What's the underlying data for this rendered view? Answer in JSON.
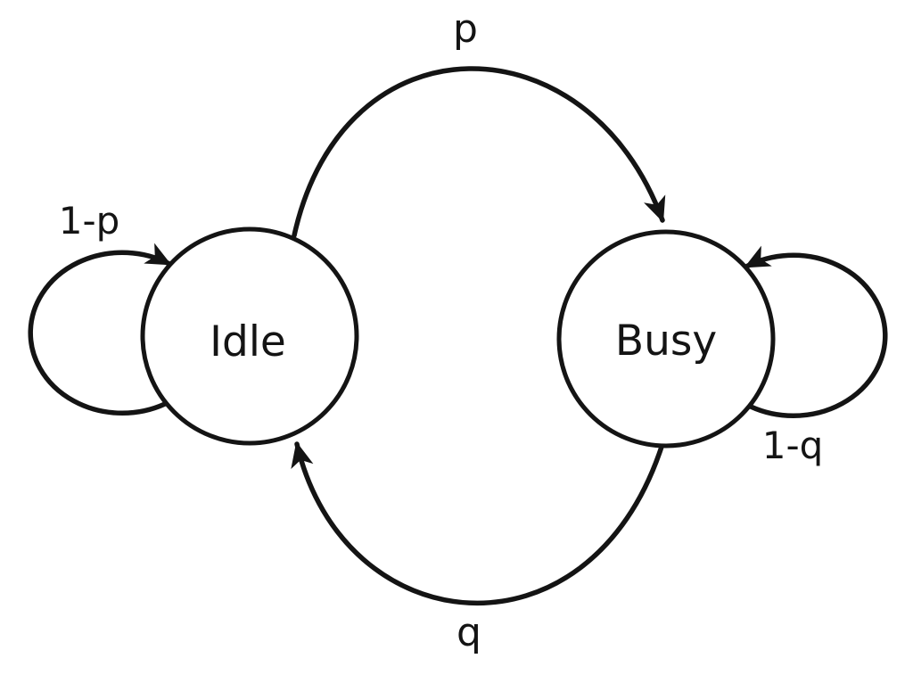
{
  "figure": {
    "type": "state-transition-diagram",
    "background_color": "#ffffff",
    "line_color": "#141414",
    "states": [
      {
        "id": "idle",
        "label": "Idle",
        "position": "left"
      },
      {
        "id": "busy",
        "label": "Busy",
        "position": "right"
      }
    ],
    "transitions": [
      {
        "id": "p",
        "label": "p",
        "from": "Idle",
        "to": "Busy",
        "kind": "arc",
        "path": "top"
      },
      {
        "id": "q",
        "label": "q",
        "from": "Busy",
        "to": "Idle",
        "kind": "arc",
        "path": "bottom"
      },
      {
        "id": "1-p",
        "label": "1-p",
        "from": "Idle",
        "to": "Idle",
        "kind": "self-loop",
        "path": "left"
      },
      {
        "id": "1-q",
        "label": "1-q",
        "from": "Busy",
        "to": "Busy",
        "kind": "self-loop",
        "path": "right"
      }
    ]
  }
}
